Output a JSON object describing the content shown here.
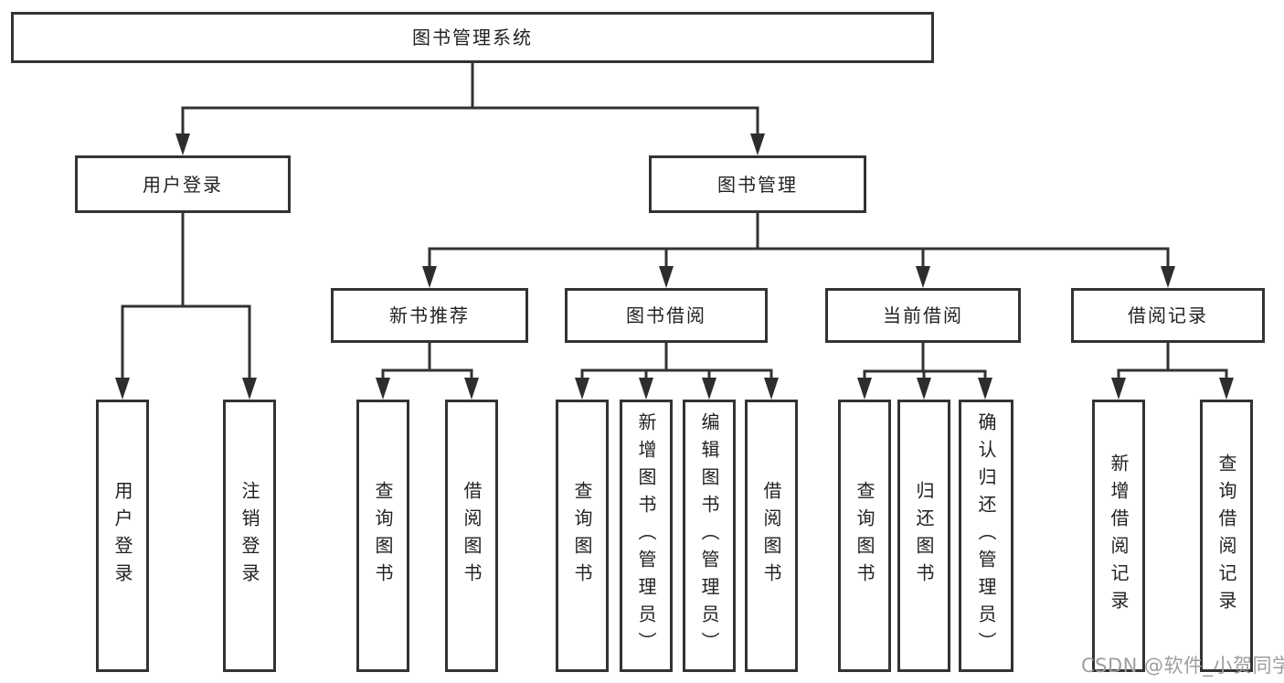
{
  "diagram": {
    "nodes": {
      "root": "图书管理系统",
      "user_login": "用户登录",
      "book_mgmt": "图书管理",
      "new_book_recommend": "新书推荐",
      "book_borrow": "图书借阅",
      "current_borrow": "当前借阅",
      "borrow_records": "借阅记录",
      "leaf_user_login": "用户登录",
      "leaf_logout": "注销登录",
      "leaf_query_book_a": "查询图书",
      "leaf_borrow_book_a": "借阅图书",
      "leaf_query_book_b": "查询图书",
      "leaf_add_book_admin": "新增图书（管理员）",
      "leaf_edit_book_admin": "编辑图书（管理员）",
      "leaf_borrow_book_b": "借阅图书",
      "leaf_query_book_c": "查询图书",
      "leaf_return_book": "归还图书",
      "leaf_confirm_return_admin": "确认归还（管理员）",
      "leaf_add_borrow_record": "新增借阅记录",
      "leaf_query_borrow_record": "查询借阅记录"
    },
    "structure": {
      "图书管理系统": [
        "用户登录",
        "图书管理"
      ],
      "用户登录": [
        "用户登录",
        "注销登录"
      ],
      "图书管理": [
        "新书推荐",
        "图书借阅",
        "当前借阅",
        "借阅记录"
      ],
      "新书推荐": [
        "查询图书",
        "借阅图书"
      ],
      "图书借阅": [
        "查询图书",
        "新增图书（管理员）",
        "编辑图书（管理员）",
        "借阅图书"
      ],
      "当前借阅": [
        "查询图书",
        "归还图书",
        "确认归还（管理员）"
      ],
      "借阅记录": [
        "新增借阅记录",
        "查询借阅记录"
      ]
    },
    "watermark": "CSDN @软件_小贺同学",
    "colors": {
      "line": "#333333",
      "text": "#222222",
      "watermark": "#9e9e9e",
      "background": "#ffffff"
    }
  }
}
